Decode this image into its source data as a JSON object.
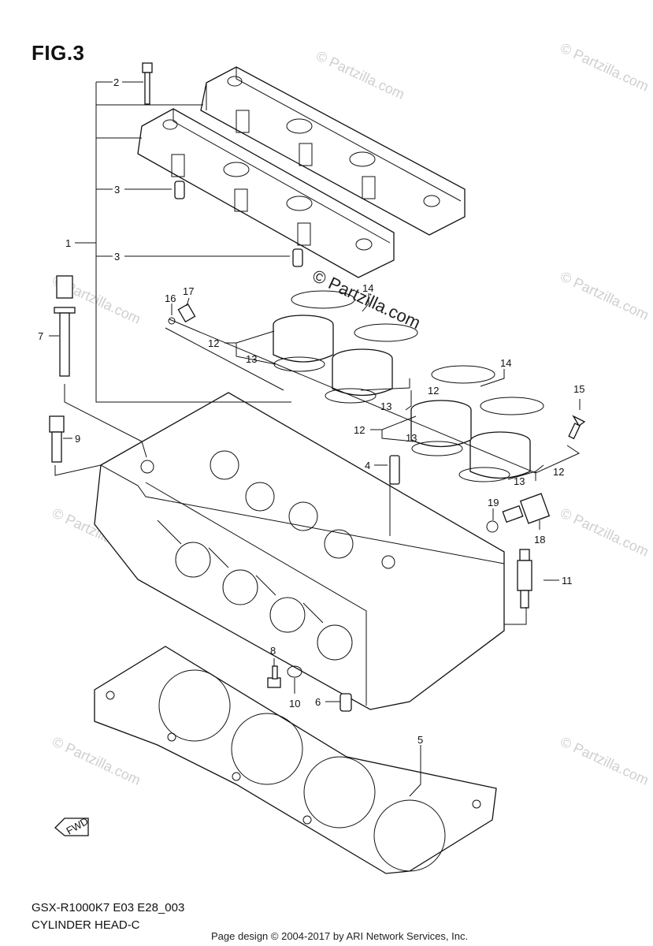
{
  "figure": {
    "title": "FIG.3",
    "model_code": "GSX-R1000K7 E03 E28_003",
    "section_name": "CYLINDER HEAD-C",
    "footer": "Page design © 2004-2017 by ARI Network Services, Inc.",
    "watermark": "© Partzilla.com",
    "fwd_label": "FWD"
  },
  "callouts": [
    {
      "id": "c1",
      "label": "1"
    },
    {
      "id": "c2",
      "label": "2"
    },
    {
      "id": "c3a",
      "label": "3"
    },
    {
      "id": "c3b",
      "label": "3"
    },
    {
      "id": "c4",
      "label": "4"
    },
    {
      "id": "c5",
      "label": "5"
    },
    {
      "id": "c6",
      "label": "6"
    },
    {
      "id": "c7",
      "label": "7"
    },
    {
      "id": "c8",
      "label": "8"
    },
    {
      "id": "c9",
      "label": "9"
    },
    {
      "id": "c10",
      "label": "10"
    },
    {
      "id": "c11",
      "label": "11"
    },
    {
      "id": "c12a",
      "label": "12"
    },
    {
      "id": "c12b",
      "label": "12"
    },
    {
      "id": "c12c",
      "label": "12"
    },
    {
      "id": "c12d",
      "label": "12"
    },
    {
      "id": "c13a",
      "label": "13"
    },
    {
      "id": "c13b",
      "label": "13"
    },
    {
      "id": "c13c",
      "label": "13"
    },
    {
      "id": "c13d",
      "label": "13"
    },
    {
      "id": "c14a",
      "label": "14"
    },
    {
      "id": "c14b",
      "label": "14"
    },
    {
      "id": "c15",
      "label": "15"
    },
    {
      "id": "c16",
      "label": "16"
    },
    {
      "id": "c17",
      "label": "17"
    },
    {
      "id": "c18",
      "label": "18"
    },
    {
      "id": "c19",
      "label": "19"
    }
  ]
}
